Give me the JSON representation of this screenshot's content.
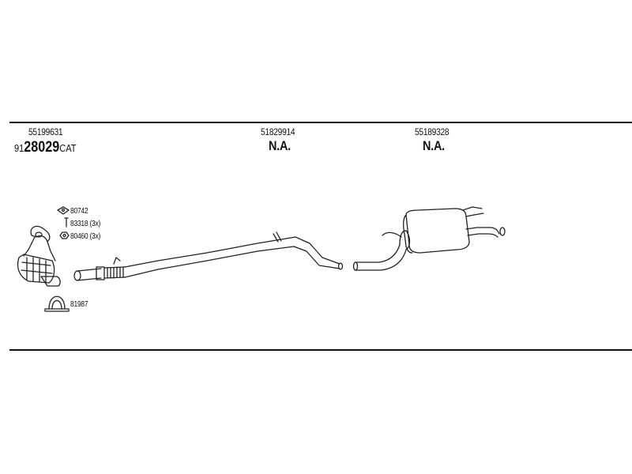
{
  "columns": [
    {
      "oem_number": "55199631"
    },
    {
      "oem_number": "51829914",
      "part_number": "N.A."
    },
    {
      "oem_number": "55189328",
      "part_number": "N.A."
    }
  ],
  "catalytic_converter": {
    "prefix": "91",
    "number": "28029",
    "suffix": "CAT"
  },
  "fittings": [
    {
      "label": "80742",
      "icon": "gasket-icon"
    },
    {
      "label": "83318 (3x)",
      "icon": "bolt-icon"
    },
    {
      "label": "80460 (3x)",
      "icon": "nut-icon"
    },
    {
      "label": "81987",
      "icon": "clamp-icon"
    }
  ]
}
